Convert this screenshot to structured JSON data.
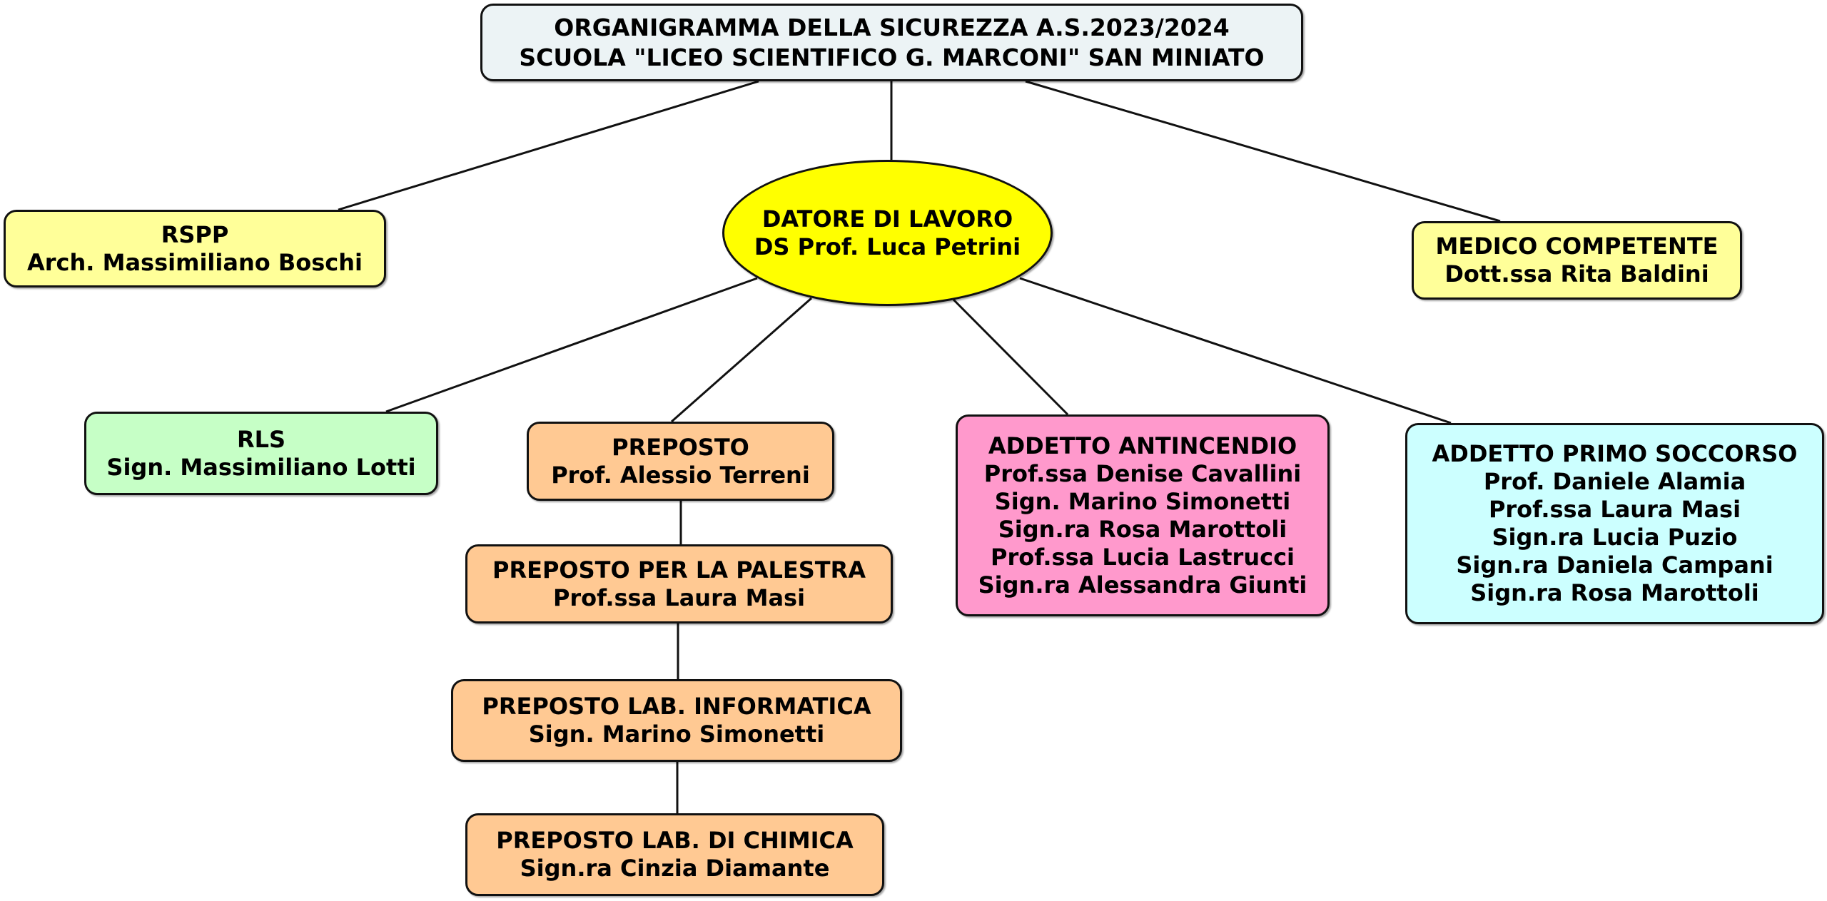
{
  "title": {
    "line1": "ORGANIGRAMMA DELLA SICUREZZA A.S.2023/2024",
    "line2": "SCUOLA \"LICEO SCIENTIFICO G. MARCONI\" SAN MINIATO"
  },
  "datore": {
    "role": "DATORE DI LAVORO",
    "name": "DS Prof. Luca Petrini"
  },
  "rspp": {
    "role": "RSPP",
    "name": "Arch. Massimiliano Boschi"
  },
  "medico": {
    "role": "MEDICO COMPETENTE",
    "name": "Dott.ssa Rita Baldini"
  },
  "rls": {
    "role": "RLS",
    "name": "Sign. Massimiliano Lotti"
  },
  "preposto": {
    "role": "PREPOSTO",
    "name": "Prof. Alessio Terreni"
  },
  "preposto_palestra": {
    "role": "PREPOSTO PER LA PALESTRA",
    "name": "Prof.ssa Laura Masi"
  },
  "preposto_informatica": {
    "role": "PREPOSTO LAB. INFORMATICA",
    "name": "Sign. Marino Simonetti"
  },
  "preposto_chimica": {
    "role": "PREPOSTO LAB. DI CHIMICA",
    "name": "Sign.ra Cinzia Diamante"
  },
  "antincendio": {
    "role": "ADDETTO ANTINCENDIO",
    "members": [
      "Prof.ssa Denise Cavallini",
      "Sign. Marino Simonetti",
      "Sign.ra Rosa Marottoli",
      "Prof.ssa Lucia Lastrucci",
      "Sign.ra Alessandra Giunti"
    ]
  },
  "primo_soccorso": {
    "role": "ADDETTO PRIMO SOCCORSO",
    "members": [
      "Prof. Daniele Alamia",
      "Prof.ssa Laura Masi",
      "Sign.ra Lucia Puzio",
      "Sign.ra Daniela Campani",
      "Sign.ra Rosa Marottoli"
    ]
  },
  "colors": {
    "title": "#ecf3f5",
    "datore": "#ffff00",
    "light_yellow": "#ffff99",
    "green": "#c6ffc6",
    "orange": "#ffc993",
    "pink": "#ff99cc",
    "cyan": "#ccffff"
  }
}
